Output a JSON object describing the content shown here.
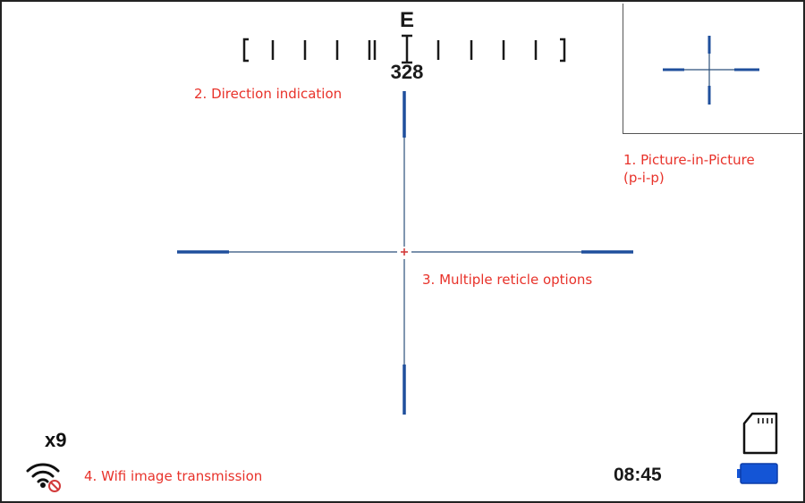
{
  "compass": {
    "heading_letter": "E",
    "heading_value": "328"
  },
  "annotations": {
    "direction": "2. Direction indication",
    "pip_line1": "1. Picture-in-Picture",
    "pip_line2": "(p-i-p)",
    "reticle": "3. Multiple reticle options",
    "wifi": "4. Wifi image transmission"
  },
  "hud": {
    "zoom": "x9",
    "time": "08:45"
  },
  "colors": {
    "reticle": "#1f4f9c",
    "reticle_thin": "#2b4f7a",
    "center_mark": "#d23a3a",
    "annotation": "#e8322a",
    "battery_fill": "#1455d6"
  },
  "icons": {
    "wifi": "wifi-icon",
    "sd_card": "sd-card-icon",
    "battery": "battery-icon"
  }
}
